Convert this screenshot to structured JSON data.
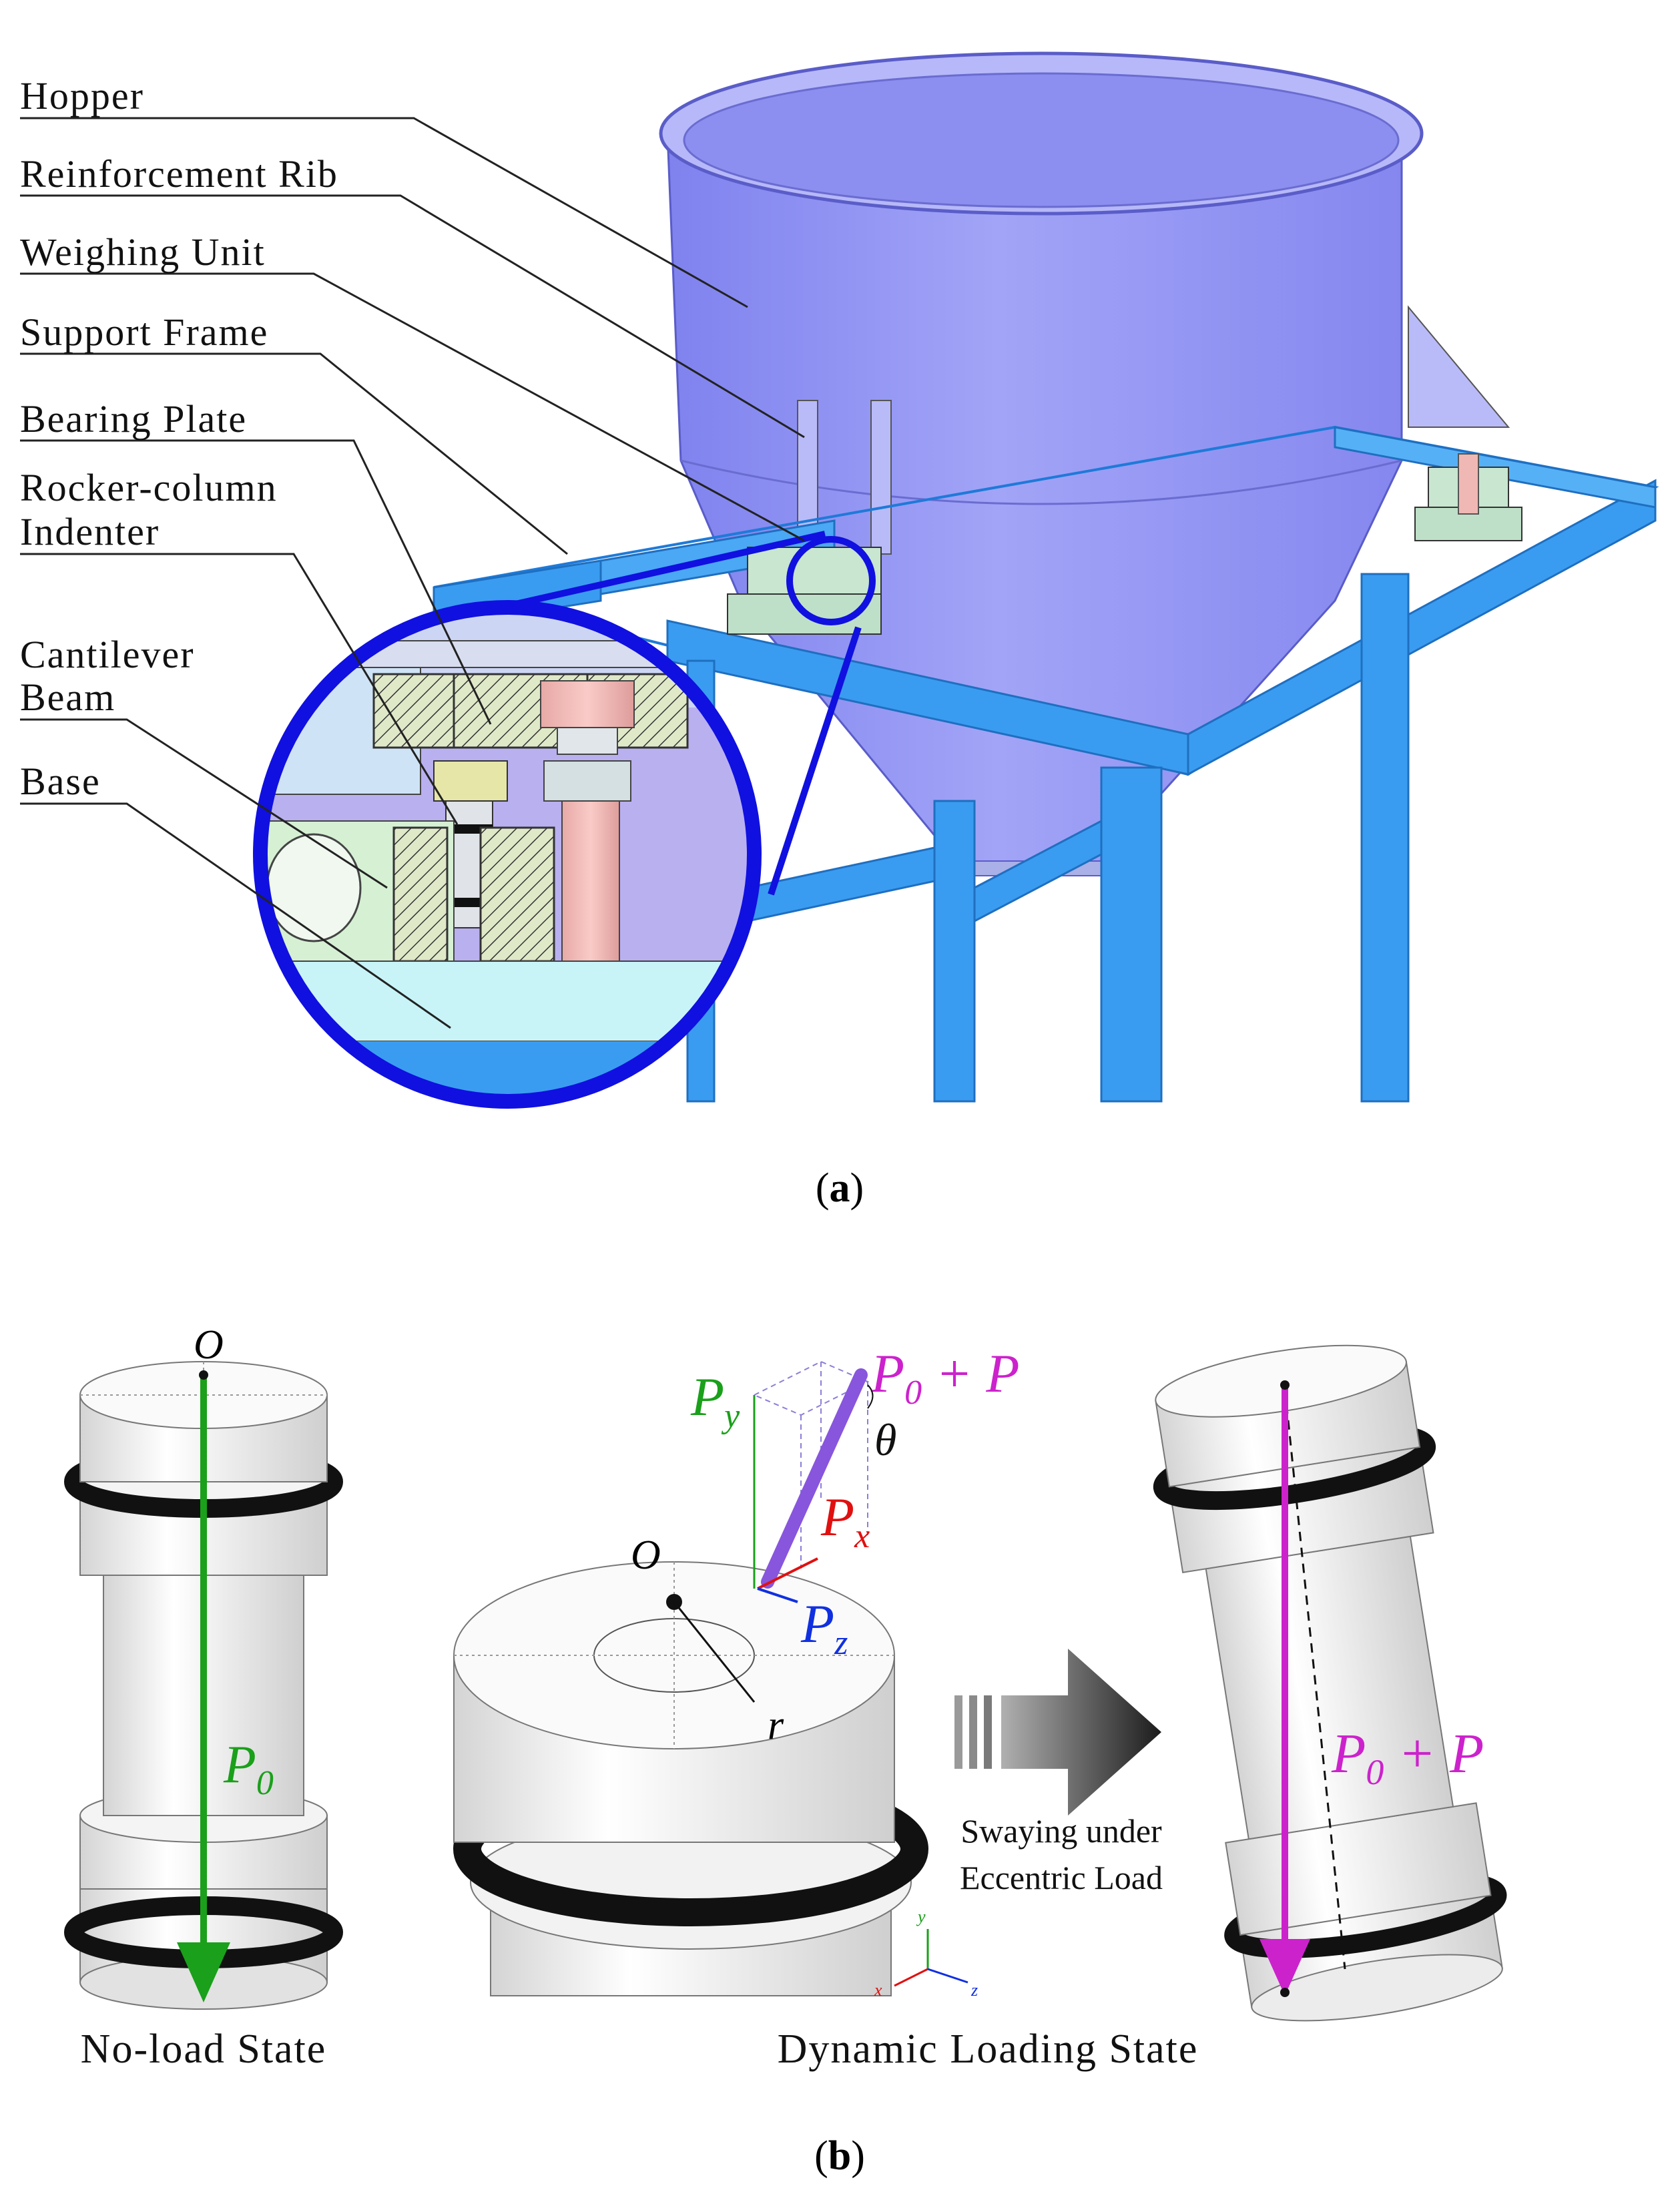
{
  "panel_a": {
    "caption_open": "(",
    "caption_letter": "a",
    "caption_close": ")",
    "labels": {
      "hopper": "Hopper",
      "reinforcement_rib": "Reinforcement Rib",
      "weighing_unit": "Weighing Unit",
      "support_frame": "Support Frame",
      "bearing_plate": "Bearing Plate",
      "rocker_column_1": "Rocker-column",
      "rocker_column_2": "Indenter",
      "cantilever_1": "Cantilever",
      "cantilever_2": "Beam",
      "base": "Base"
    }
  },
  "panel_b": {
    "caption_open": "(",
    "caption_letter": "b",
    "caption_close": ")",
    "origin_left": "O",
    "origin_center": "O",
    "p0_left": "P",
    "p0_left_sub": "0",
    "force_top": "P",
    "force_top_sub": "0",
    "force_top_tail": " + P",
    "py": "P",
    "py_sub": "y",
    "px": "P",
    "px_sub": "x",
    "pz": "P",
    "pz_sub": "z",
    "theta": "θ",
    "radius": "r",
    "force_right": "P",
    "force_right_sub": "0",
    "force_right_tail": " + P",
    "sway_line1": "Swaying under",
    "sway_line2": "Eccentric Load",
    "axis_x": "x",
    "axis_y": "y",
    "axis_z": "z",
    "state_left": "No-load State",
    "state_right": "Dynamic Loading State"
  },
  "colors": {
    "hopper": "#9a9cf4",
    "frame": "#3a9cf0",
    "zoom_ring": "#1010e0",
    "green_force": "#1aa01a",
    "magenta_force": "#cc22cc",
    "red_force": "#e01010",
    "blue_force": "#1030e0",
    "purple_rod": "#8855dd"
  }
}
